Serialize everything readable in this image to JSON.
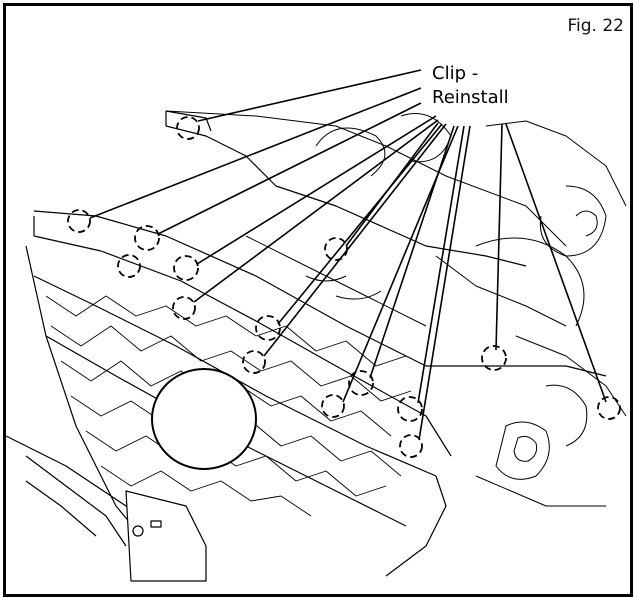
{
  "figure": {
    "label": "Fig. 22"
  },
  "callout": {
    "line1": "Clip -",
    "line2": "Reinstall"
  },
  "colors": {
    "line": "#000000",
    "paper": "#ffffff",
    "shade": "#dcdcdc"
  }
}
